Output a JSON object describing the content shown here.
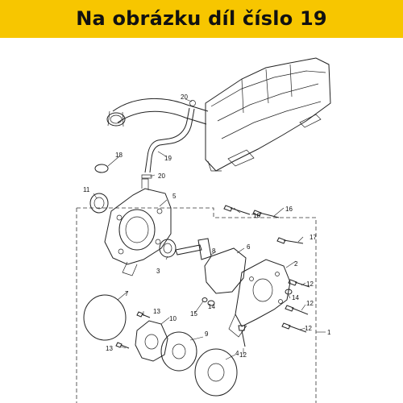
{
  "banner": {
    "title": "Na obrázku díl číslo 19",
    "background_color": "#f7c600"
  },
  "callouts": {
    "c1": "1",
    "c2": "2",
    "c3": "3",
    "c4": "4",
    "c5": "5",
    "c6": "6",
    "c7": "7",
    "c8": "8",
    "c9": "9",
    "c10": "10",
    "c11": "11",
    "c12": "12",
    "c13": "13",
    "c14": "14",
    "c15": "15",
    "c16": "16",
    "c17": "17",
    "c18": "18",
    "c19": "19",
    "c20": "20"
  }
}
